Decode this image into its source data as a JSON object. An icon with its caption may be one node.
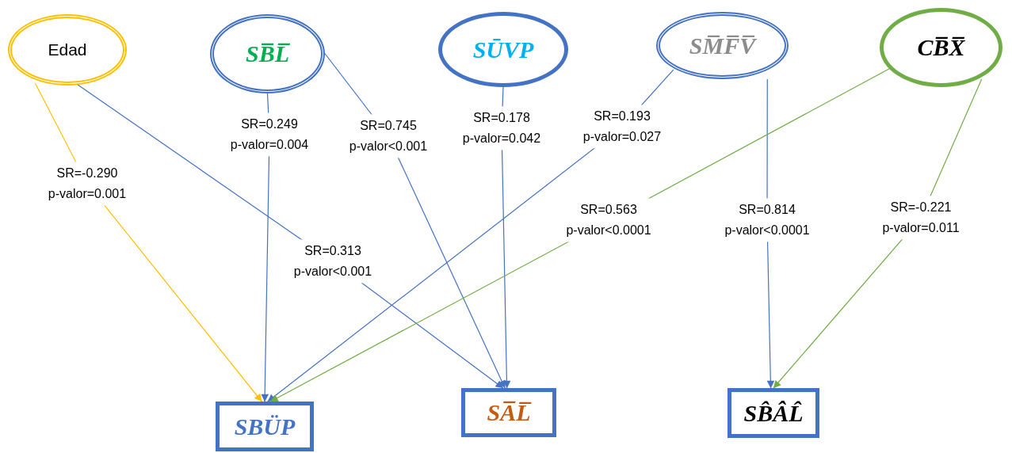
{
  "diagram": {
    "nodes": [
      {
        "text": [
          "Edad"
        ]
      },
      {
        "text": [
          "SB̅L̅"
        ]
      },
      {
        "text": [
          "SŪVP"
        ]
      },
      {
        "text": [
          "SM̅F̅V̅"
        ]
      },
      {
        "text": [
          "CB̅X̅"
        ]
      },
      {
        "text": [
          "SBÜP"
        ]
      },
      {
        "text": [
          "SA̅L̅"
        ]
      },
      {
        "text": [
          "SB̂ÂL̂"
        ]
      }
    ],
    "edges": [
      {
        "from": 0,
        "to": 5,
        "arrow": "to",
        "label": "SR=-0.290 p-valor=0.001",
        "color": "#ffc000"
      },
      {
        "from": 0,
        "to": 6,
        "arrow": "to",
        "label": "SR=0.313 p-valor<0.001"
      },
      {
        "from": 1,
        "to": 5,
        "arrow": "to",
        "label": "SR=0.249 p-valor=0.004"
      },
      {
        "from": 1,
        "to": 6,
        "arrow": "to",
        "label": "SR=0.745 p-valor<0.001"
      },
      {
        "from": 2,
        "to": 6,
        "arrow": "to",
        "label": "SR=0.178 p-valor=0.042"
      },
      {
        "from": 3,
        "to": 5,
        "arrow": "to",
        "label": "SR=0.193 p-valor=0.027"
      },
      {
        "from": 3,
        "to": 7,
        "arrow": "to",
        "label": "SR=0.814 p-valor<0.0001"
      },
      {
        "from": 4,
        "to": 5,
        "arrow": "to",
        "label": "SR=0.563 p-valor<0.0001",
        "color": "#70ad47"
      },
      {
        "from": 4,
        "to": 7,
        "arrow": "to",
        "label": "SR=-0.221 p-valor=0.011",
        "color": "#70ad47"
      }
    ]
  }
}
